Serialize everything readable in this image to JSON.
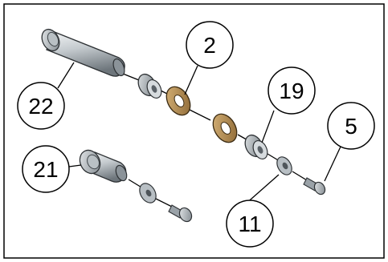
{
  "callouts": {
    "c2": "2",
    "c5": "5",
    "c11": "11",
    "c19": "19",
    "c21": "21",
    "c22": "22"
  },
  "colors": {
    "metal_light": "#dfe3e6",
    "metal_mid": "#a8b0b6",
    "metal_dark": "#5f676d",
    "bronze_light": "#c9a46a",
    "bronze_dark": "#7a5a2c",
    "line": "#000000"
  }
}
